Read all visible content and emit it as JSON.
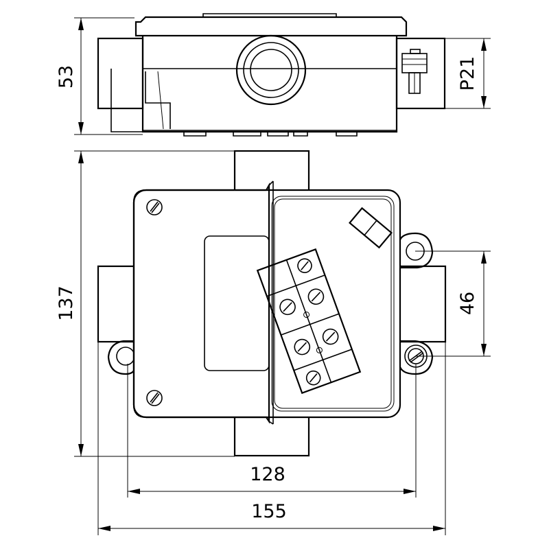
{
  "dimensions": {
    "side_height": "53",
    "thread": "P21",
    "top_height": "137",
    "mount_spacing": "46",
    "mount_width": "128",
    "overall_width": "155"
  }
}
